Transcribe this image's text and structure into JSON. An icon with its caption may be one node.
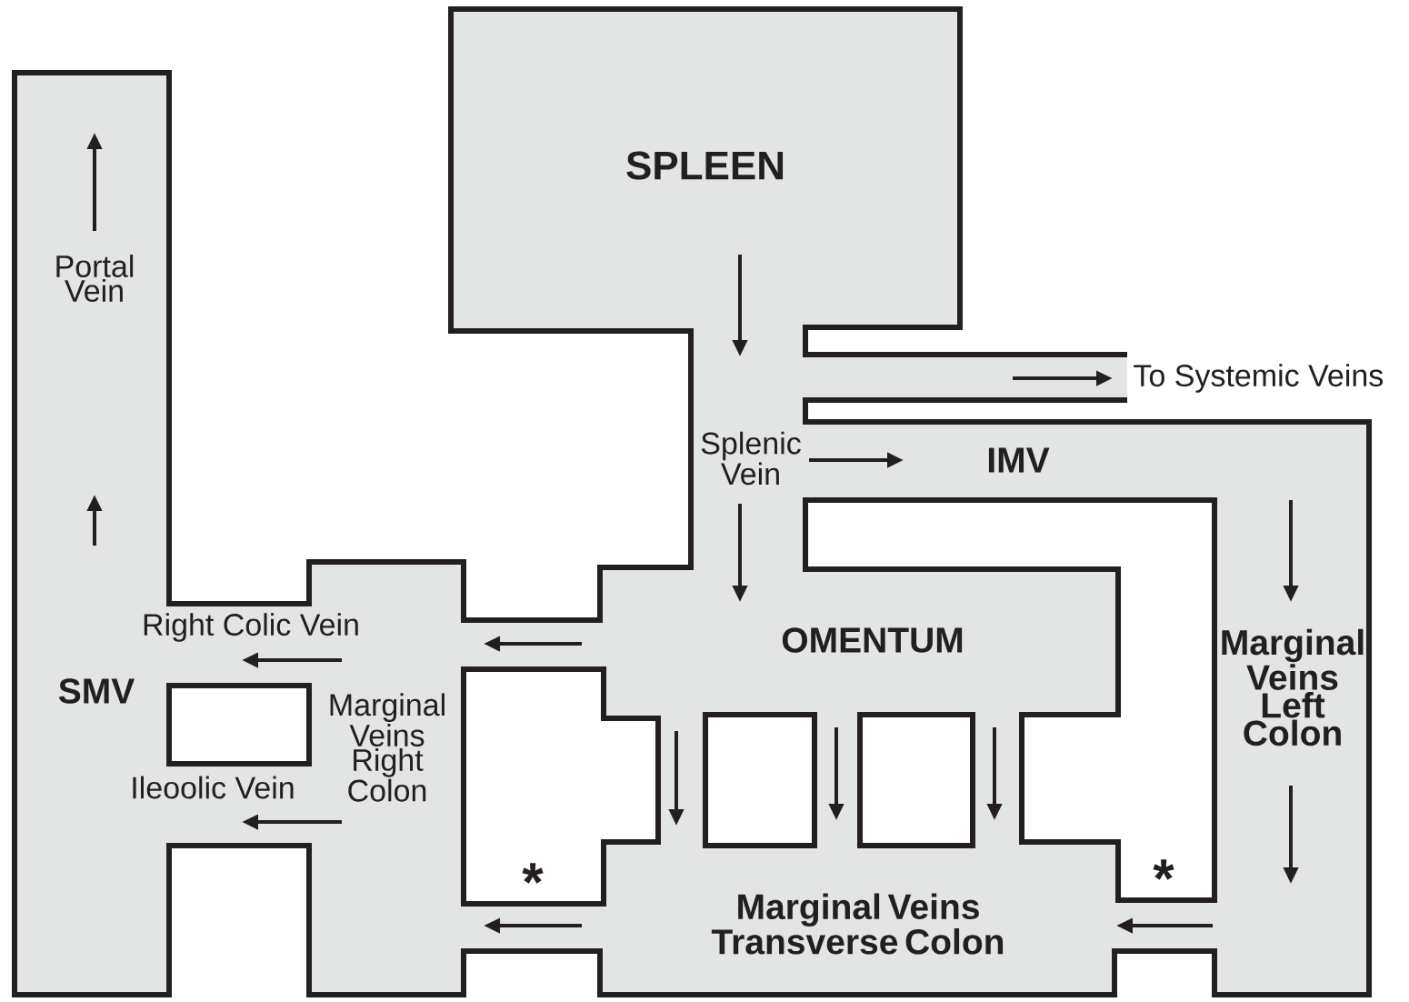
{
  "diagram": {
    "labels": [
      "SPLEEN",
      "Portal Vein",
      "To Systemic Veins",
      "Splenic Vein",
      "IMV",
      "OMENTUM",
      "Right Colic Vein",
      "SMV",
      "Marginal Veins Right Colon",
      "Marginal Veins Left Colon",
      "Ileoolic Vein",
      "*",
      "*",
      "Marginal Veins Transverse Colon"
    ]
  }
}
